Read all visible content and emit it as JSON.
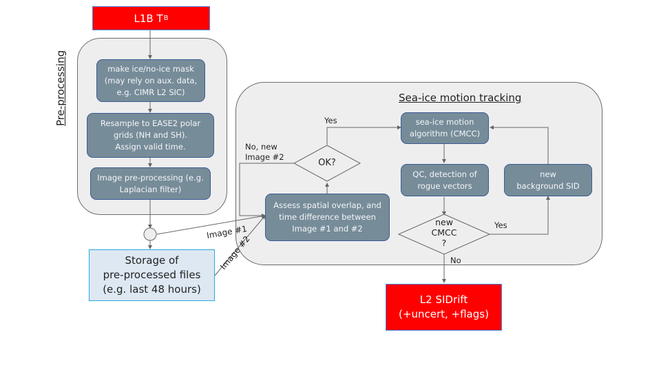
{
  "title_input": {
    "main": "L1B T",
    "subscript": "B"
  },
  "preprocessing": {
    "section_title": "Pre-processing",
    "steps": [
      {
        "label": "make ice/no-ice mask\n(may rely on aux. data,\ne.g. CIMR L2 SIC)"
      },
      {
        "label": "Resample to EASE2 polar\ngrids (NH and SH).\nAssign valid time."
      },
      {
        "label": "Image pre-processing (e.g.\nLaplacian filter)"
      }
    ]
  },
  "storage": {
    "label": "Storage of\npre-processed files\n(e.g. last 48 hours)"
  },
  "connectors": {
    "image1": "Image #1",
    "image2": "Image #2"
  },
  "tracking": {
    "section_title": "Sea-ice motion tracking",
    "assess": "Assess spatial overlap, and\ntime difference between\nImage #1 and #2",
    "ok_decision": "OK?",
    "ok_yes": "Yes",
    "ok_no": "No, new\nImage #2",
    "algorithm": "sea-ice motion\nalgorithm (CMCC)",
    "qc": "QC, detection of\nrogue vectors",
    "new_cmcc_decision": "new\nCMCC\n?",
    "new_cmcc_yes": "Yes",
    "new_cmcc_no": "No",
    "background": "new\nbackground SID"
  },
  "output": {
    "label": "L2 SIDrift\n(+uncert, +flags)"
  },
  "colors": {
    "terminal": "#ff0000",
    "step_fill": "#778c99",
    "step_border": "#3b5b94",
    "container_fill": "#eeeeee",
    "storage_fill": "#dde8f3",
    "storage_border": "#28a8e0",
    "line": "#666666"
  }
}
